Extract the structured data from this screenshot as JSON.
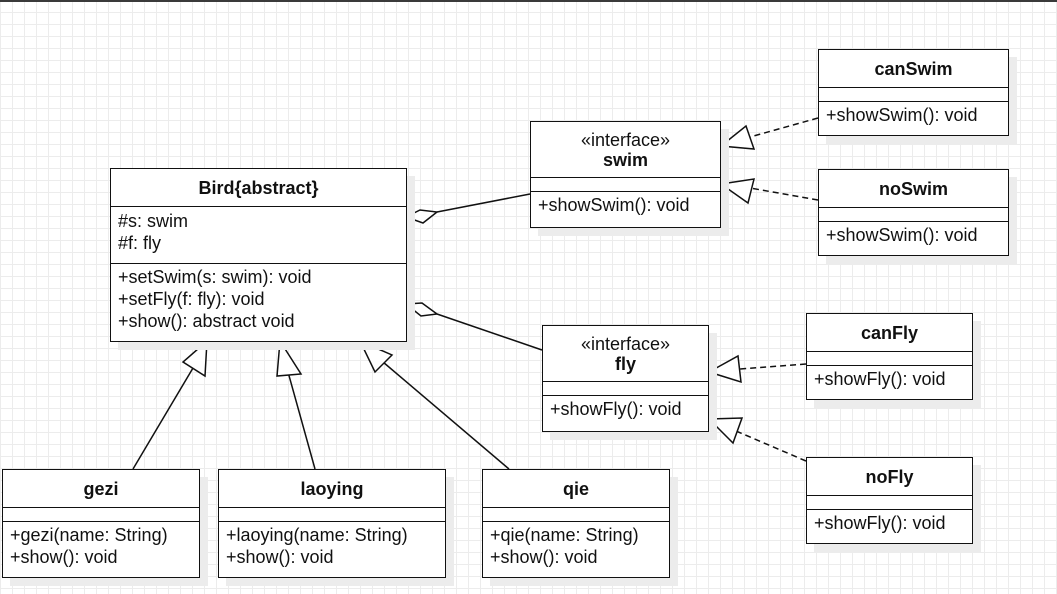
{
  "classes": {
    "bird": {
      "name": "Bird{abstract}",
      "attrs": [
        "#s: swim",
        "#f: fly"
      ],
      "ops": [
        "+setSwim(s: swim): void",
        "+setFly(f: fly): void",
        "+show(): abstract void"
      ]
    },
    "swim": {
      "stereotype": "«interface»",
      "name": "swim",
      "ops": [
        "+showSwim(): void"
      ]
    },
    "fly": {
      "stereotype": "«interface»",
      "name": "fly",
      "ops": [
        "+showFly(): void"
      ]
    },
    "canSwim": {
      "name": "canSwim",
      "ops": [
        "+showSwim(): void"
      ]
    },
    "noSwim": {
      "name": "noSwim",
      "ops": [
        "+showSwim(): void"
      ]
    },
    "canFly": {
      "name": "canFly",
      "ops": [
        "+showFly(): void"
      ]
    },
    "noFly": {
      "name": "noFly",
      "ops": [
        "+showFly(): void"
      ]
    },
    "gezi": {
      "name": "gezi",
      "ops": [
        "+gezi(name: String)",
        "+show(): void"
      ]
    },
    "laoying": {
      "name": "laoying",
      "ops": [
        "+laoying(name: String)",
        "+show(): void"
      ]
    },
    "qie": {
      "name": "qie",
      "ops": [
        "+qie(name: String)",
        "+show(): void"
      ]
    }
  },
  "relations": [
    {
      "type": "aggregation",
      "from": "bird",
      "to": "swim"
    },
    {
      "type": "aggregation",
      "from": "bird",
      "to": "fly"
    },
    {
      "type": "realization",
      "from": "canSwim",
      "to": "swim"
    },
    {
      "type": "realization",
      "from": "noSwim",
      "to": "swim"
    },
    {
      "type": "realization",
      "from": "canFly",
      "to": "fly"
    },
    {
      "type": "realization",
      "from": "noFly",
      "to": "fly"
    },
    {
      "type": "generalization",
      "from": "gezi",
      "to": "bird"
    },
    {
      "type": "generalization",
      "from": "laoying",
      "to": "bird"
    },
    {
      "type": "generalization",
      "from": "qie",
      "to": "bird"
    }
  ]
}
